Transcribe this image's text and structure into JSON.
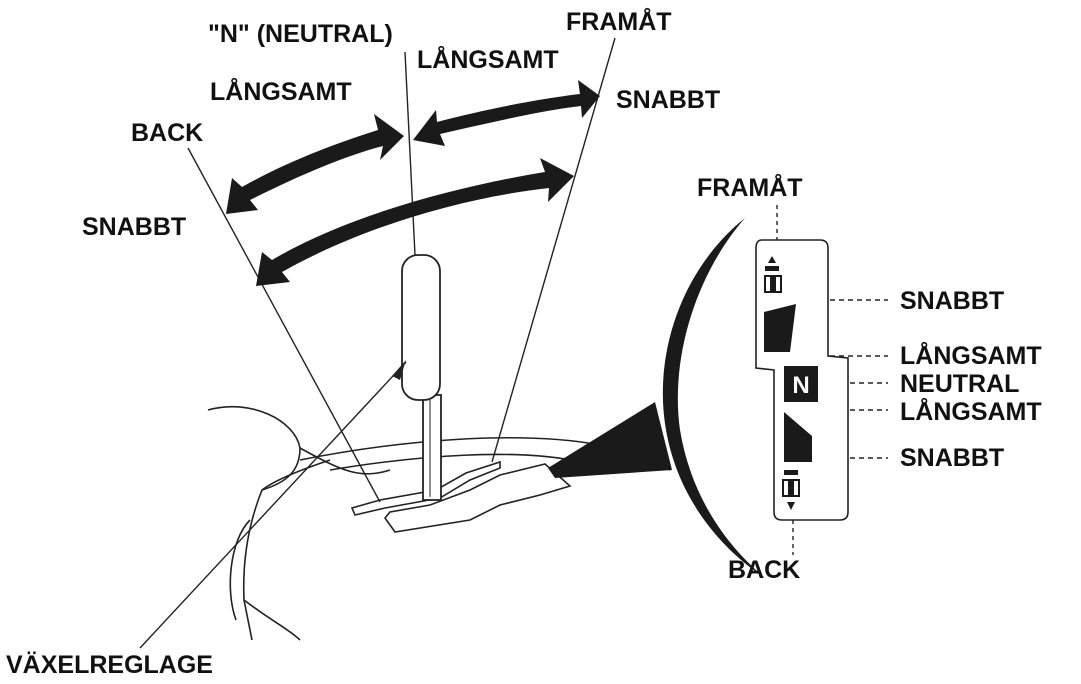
{
  "labels": {
    "neutral_top": "\"N\" (NEUTRAL)",
    "forward_top": "FRAMÅT",
    "slow_forward_top": "LÅNGSAMT",
    "fast_forward_top": "SNABBT",
    "slow_reverse_top": "LÅNGSAMT",
    "reverse_top": "BACK",
    "fast_reverse_top": "SNABBT",
    "lever": "VÄXELREGLAGE"
  },
  "indicator": {
    "forward": "FRAMÅT",
    "fast_fwd": "SNABBT",
    "slow_fwd": "LÅNGSAMT",
    "neutral": "NEUTRAL",
    "slow_rev": "LÅNGSAMT",
    "fast_rev": "SNABBT",
    "reverse": "BACK",
    "neutral_symbol": "N"
  }
}
